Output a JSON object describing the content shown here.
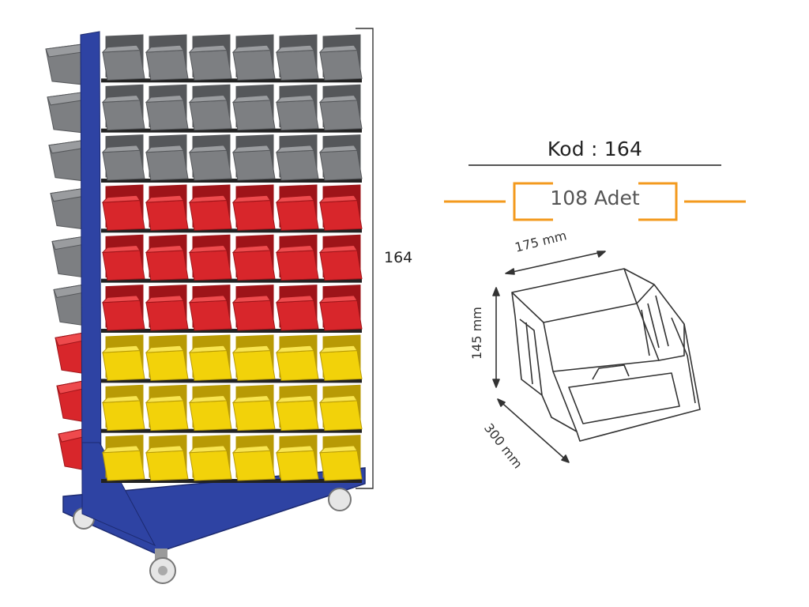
{
  "product": {
    "code_label": "Kod : 164",
    "height_label": "164",
    "quantity_label": "108 Adet"
  },
  "bin_dimensions": {
    "width": "175 mm",
    "height": "145 mm",
    "depth": "300 mm"
  },
  "rack": {
    "columns": 6,
    "rows": [
      {
        "color": "gray"
      },
      {
        "color": "gray"
      },
      {
        "color": "gray"
      },
      {
        "color": "red"
      },
      {
        "color": "red"
      },
      {
        "color": "red"
      },
      {
        "color": "yellow"
      },
      {
        "color": "yellow"
      },
      {
        "color": "yellow"
      }
    ],
    "side_rows": [
      "gray",
      "gray",
      "gray",
      "gray",
      "gray",
      "gray",
      "red",
      "red",
      "red"
    ]
  },
  "colors": {
    "accent_orange": "#f39a1e",
    "rack_blue": "#2b3f9b",
    "bin_gray": "#7d7f82",
    "bin_red": "#d8262b",
    "bin_yellow": "#f2d20a"
  }
}
